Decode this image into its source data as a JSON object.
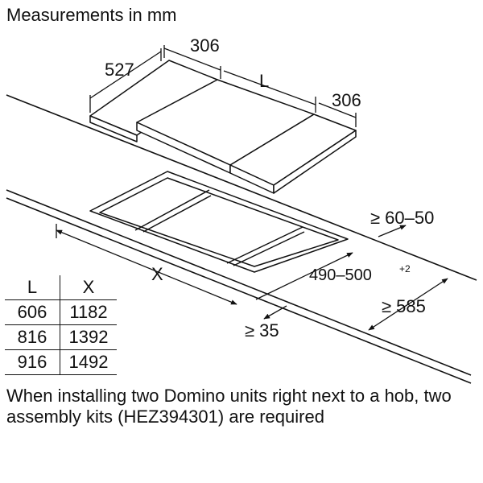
{
  "header": {
    "title": "Measurements in mm"
  },
  "dimensions": {
    "depth": "527",
    "unit_width_left": "306",
    "hob_width": "L",
    "unit_width_right": "306",
    "countertop_offset": "≥ 60–50",
    "cutout_depth": "490–500",
    "cutout_depth_tolerance": "+2",
    "cutout_width": "X",
    "wall_distance": "≥ 585",
    "edge_distance": "≥ 35"
  },
  "table": {
    "headers": [
      "L",
      "X"
    ],
    "rows": [
      [
        "606",
        "1182"
      ],
      [
        "816",
        "1392"
      ],
      [
        "916",
        "1492"
      ]
    ]
  },
  "note": "When installing two Domino units right next to a hob, two assembly kits (HEZ394301) are required"
}
